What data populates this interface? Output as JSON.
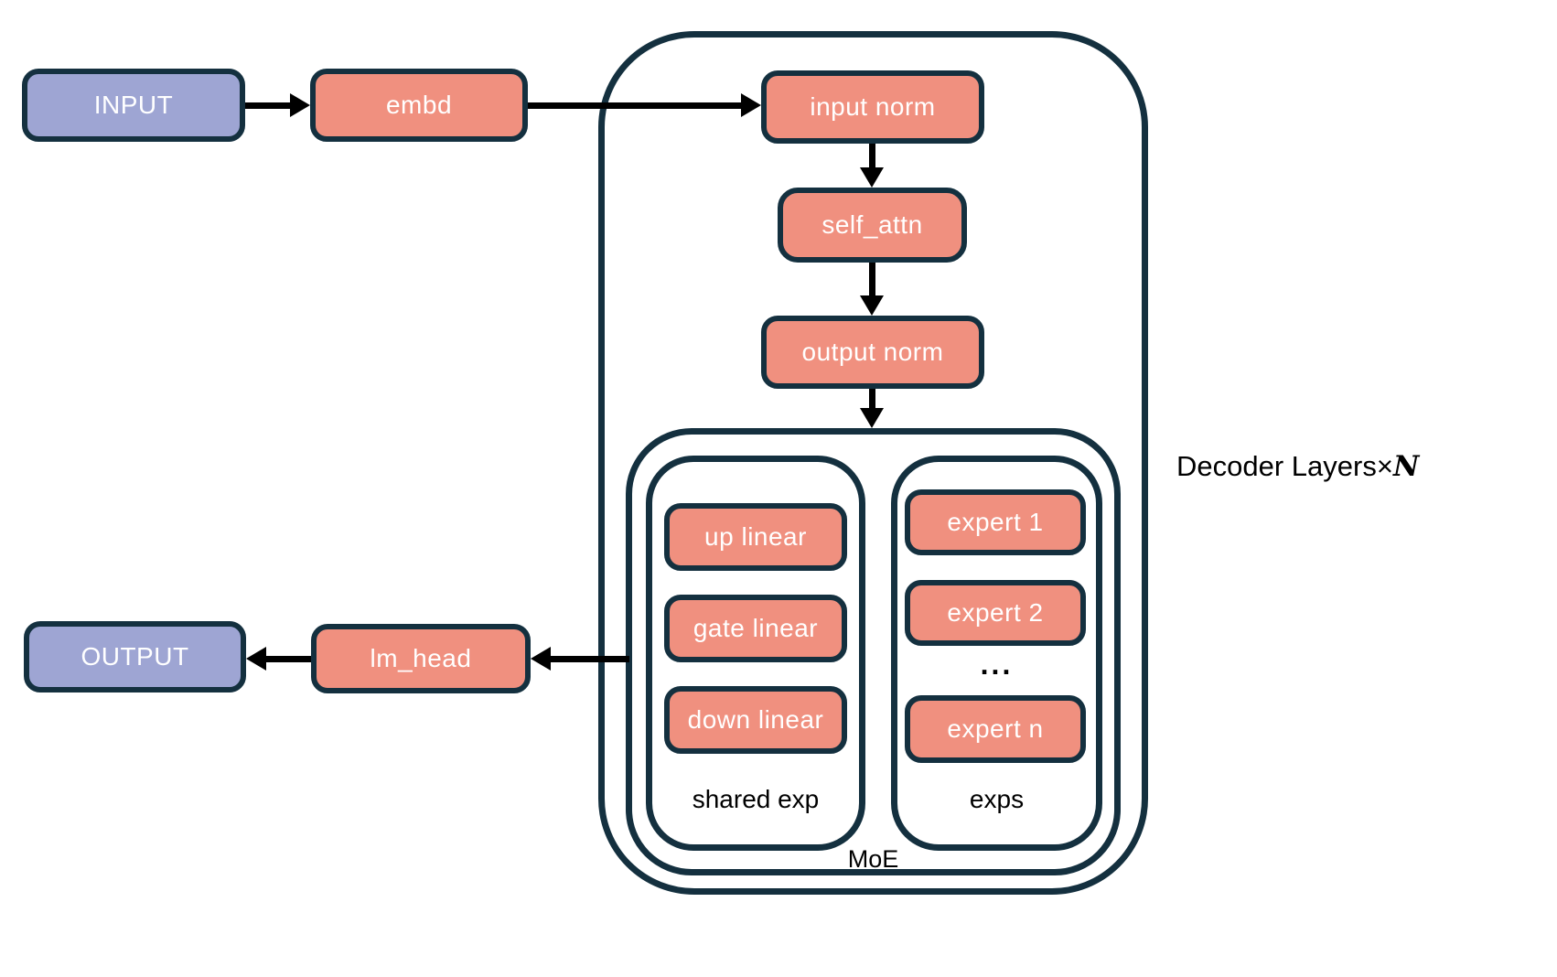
{
  "diagram": {
    "title_label": {
      "prefix": "Decoder Layers×",
      "n": "N"
    },
    "nodes": {
      "input": "INPUT",
      "embd": "embd",
      "input_norm": "input norm",
      "self_attn": "self_attn",
      "output_norm": "output norm",
      "up_linear": "up linear",
      "gate_linear": "gate linear",
      "down_linear": "down linear",
      "expert_1": "expert 1",
      "expert_2": "expert 2",
      "expert_dots": "...",
      "expert_n": "expert n",
      "lm_head": "lm_head",
      "output": "OUTPUT"
    },
    "container_labels": {
      "shared_exp": "shared exp",
      "exps": "exps",
      "moe": "MoE"
    },
    "colors": {
      "io_fill": "#9EA5D3",
      "block_fill": "#F0907F",
      "border": "#14303F",
      "arrow": "#000000",
      "label_text": "#000000",
      "box_text": "#FFFFFF",
      "background": "#FFFFFF"
    }
  }
}
